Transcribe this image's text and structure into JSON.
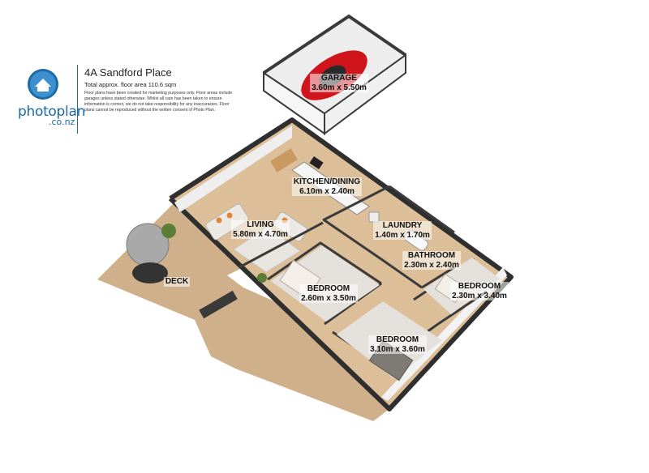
{
  "brand": {
    "name": "photoplan",
    "domain": ".co.nz",
    "icon": "house-globe-icon",
    "accent": "#1d6aa5"
  },
  "property": {
    "title": "4A Sandford Place",
    "area": "Total approx. floor area 110.6 sqm",
    "disclaimer": "Floor plans have been created for marketing purposes only. Floor areas include garages unless stated otherwise. Whilst all care has been taken to ensure information is correct, we do not take responsibility for any inaccuracies. Floor plans cannot be reproduced without the written consent of Photo Plan."
  },
  "rooms": [
    {
      "name": "GARAGE",
      "dims": "3.60m x 5.50m"
    },
    {
      "name": "KITCHEN/DINING",
      "dims": "6.10m x 2.40m"
    },
    {
      "name": "LIVING",
      "dims": "5.80m x 4.70m"
    },
    {
      "name": "LAUNDRY",
      "dims": "1.40m x 1.70m"
    },
    {
      "name": "BATHROOM",
      "dims": "2.30m x 2.40m"
    },
    {
      "name": "BEDROOM",
      "dims": "2.30m x 3.40m"
    },
    {
      "name": "BEDROOM",
      "dims": "2.60m x 3.50m"
    },
    {
      "name": "BEDROOM",
      "dims": "3.10m x 3.60m"
    }
  ],
  "deck": {
    "name": "DECK"
  },
  "colors": {
    "floor": "#d9b98f",
    "deck": "#cfb08a",
    "wall": "#3a3a3a",
    "carpet": "#e6e1dc",
    "car": "#d0141c"
  }
}
